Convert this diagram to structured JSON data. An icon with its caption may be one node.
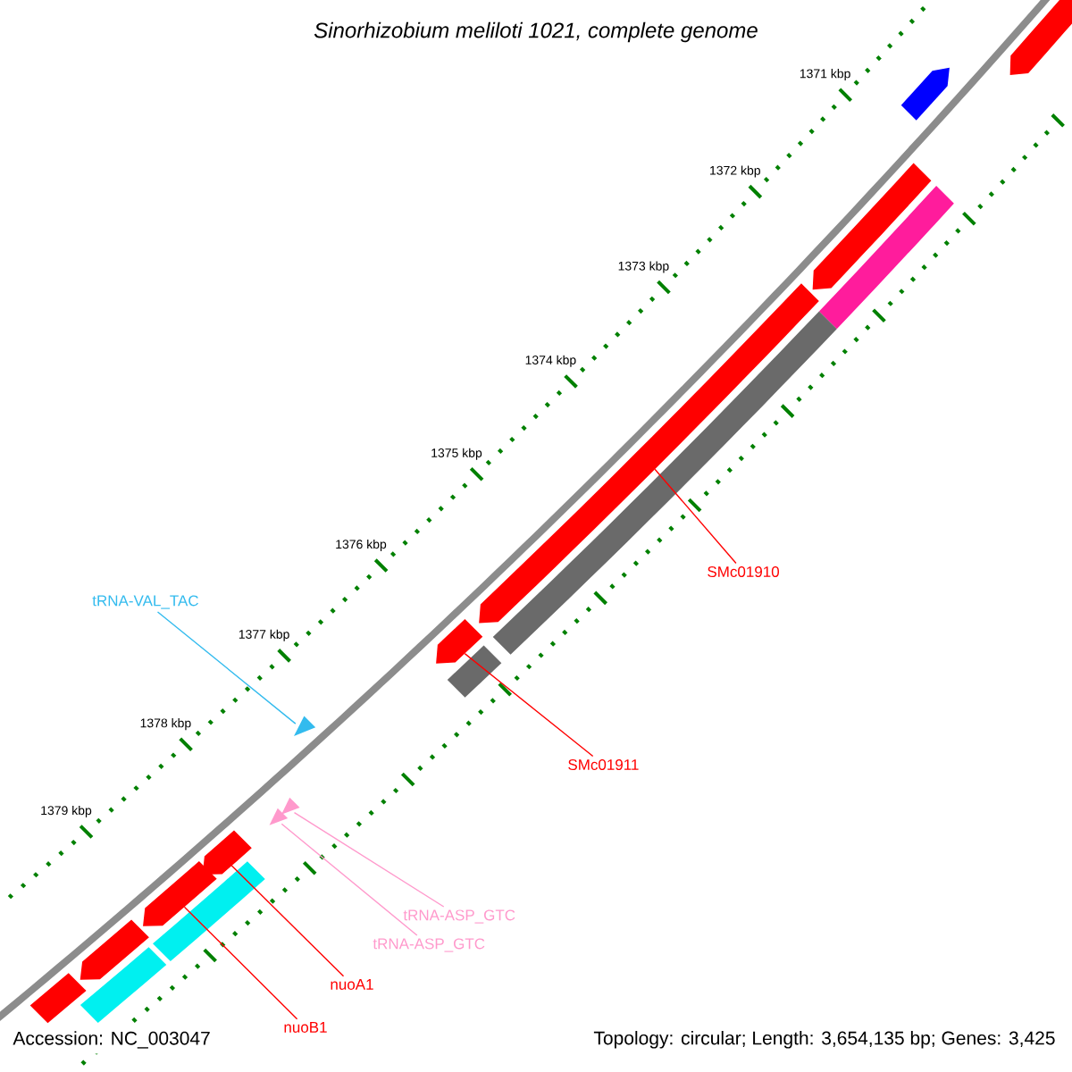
{
  "diagram": {
    "title": "Sinorhizobium meliloti 1021, complete genome",
    "nodes": [
      {
        "text": [
          "tRNA-VAL_TAC"
        ]
      },
      {
        "text": [],
        "shape": "triangle"
      },
      {
        "text": [
          "SMc01910"
        ]
      },
      {
        "text": [],
        "shape": "bar"
      },
      {
        "text": [
          "SMc01911"
        ]
      },
      {
        "text": [],
        "shape": "bar"
      },
      {
        "text": [
          "tRNA-ASP_GTC"
        ]
      },
      {
        "text": [],
        "shape": "triangle"
      },
      {
        "text": [
          "tRNA-ASP_GTC"
        ]
      },
      {
        "text": [],
        "shape": "triangle"
      },
      {
        "text": [
          "nuoA1"
        ]
      },
      {
        "text": [],
        "shape": "bar"
      },
      {
        "text": [
          "nuoB1"
        ]
      },
      {
        "text": [],
        "shape": "bar"
      },
      {
        "text": [],
        "shape": "bar"
      },
      {
        "text": [],
        "shape": "bar"
      },
      {
        "text": [],
        "shape": "bar"
      },
      {
        "text": [],
        "shape": "bar"
      },
      {
        "text": [],
        "shape": "bar"
      },
      {
        "text": [],
        "shape": "bar"
      },
      {
        "text": [],
        "shape": "bar"
      },
      {
        "text": [],
        "shape": "bar"
      },
      {
        "text": [],
        "shape": "bar"
      },
      {
        "text": [],
        "shape": "bar"
      }
    ],
    "edges": [
      {
        "from": 0,
        "to": 1,
        "arrow": "none",
        "color": "#33bbee"
      },
      {
        "from": 2,
        "to": 3,
        "arrow": "none"
      },
      {
        "from": 4,
        "to": 5,
        "arrow": "none"
      },
      {
        "from": 6,
        "to": 7,
        "arrow": "none",
        "color": "#ff99cc"
      },
      {
        "from": 8,
        "to": 9,
        "arrow": "none",
        "color": "#ff99cc"
      },
      {
        "from": 10,
        "to": 11,
        "arrow": "none"
      },
      {
        "from": 12,
        "to": 13,
        "arrow": "none"
      }
    ],
    "labels": [
      "1371 kbp",
      "1372 kbp",
      "1373 kbp",
      "1374 kbp",
      "1375 kbp",
      "1376 kbp",
      "1377 kbp",
      "1378 kbp",
      "1379 kbp",
      "Accession: NC_003047",
      "Topology: circular; Length: 3,654,135 bp; Genes: 3,425"
    ]
  }
}
